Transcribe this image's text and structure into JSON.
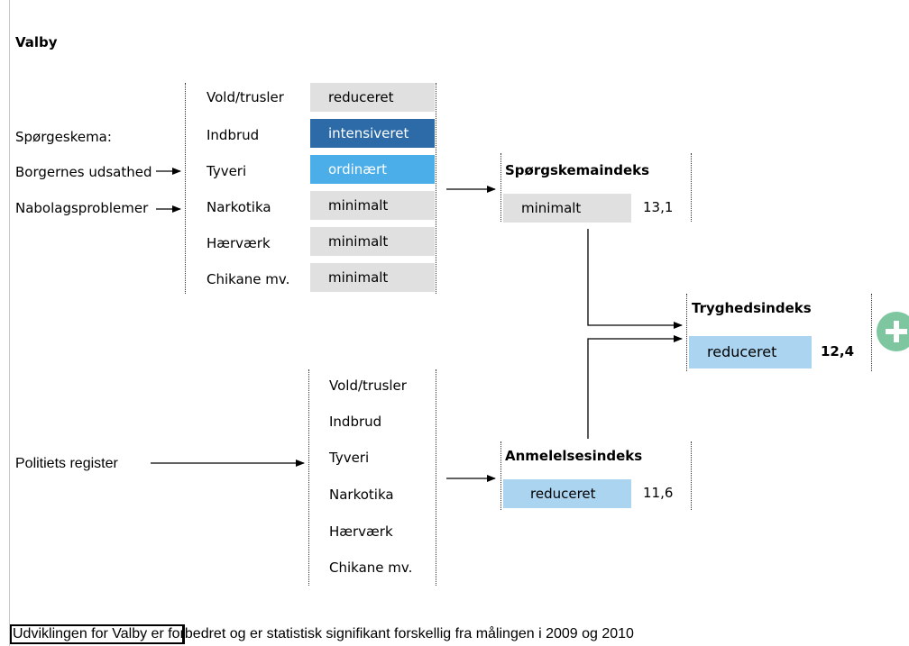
{
  "title": "Valby",
  "survey": {
    "label": "Spørgeskema:",
    "inputs": [
      "Borgernes udsathed",
      "Nabolagsproblemer"
    ],
    "categories": [
      {
        "name": "Vold/trusler",
        "level": "reduceret",
        "color": "#e0e0e0"
      },
      {
        "name": "Indbrud",
        "level": "intensiveret",
        "color": "#2c6aa8"
      },
      {
        "name": "Tyveri",
        "level": "ordinært",
        "color": "#4baee8"
      },
      {
        "name": "Narkotika",
        "level": "minimalt",
        "color": "#e0e0e0"
      },
      {
        "name": "Hærværk",
        "level": "minimalt",
        "color": "#e0e0e0"
      },
      {
        "name": "Chikane mv.",
        "level": "minimalt",
        "color": "#e0e0e0"
      }
    ],
    "index": {
      "title": "Spørgskemaindeks",
      "level": "minimalt",
      "value": "13,1"
    }
  },
  "police": {
    "label": "Politiets register",
    "categories": [
      "Vold/trusler",
      "Indbrud",
      "Tyveri",
      "Narkotika",
      "Hærværk",
      "Chikane mv."
    ],
    "index": {
      "title": "Anmelelsesindeks",
      "level": "reduceret",
      "value": "11,6"
    }
  },
  "safety_index": {
    "title": "Tryghedsindeks",
    "level": "reduceret",
    "value": "12,4"
  },
  "footer": {
    "selected": "Udviklingen for Valby e",
    "rest": "r forbedret og er statistisk signifikant forskellig fra målingen i 2009 og 2010"
  },
  "icons": {
    "expand": "plus-circle-icon"
  }
}
